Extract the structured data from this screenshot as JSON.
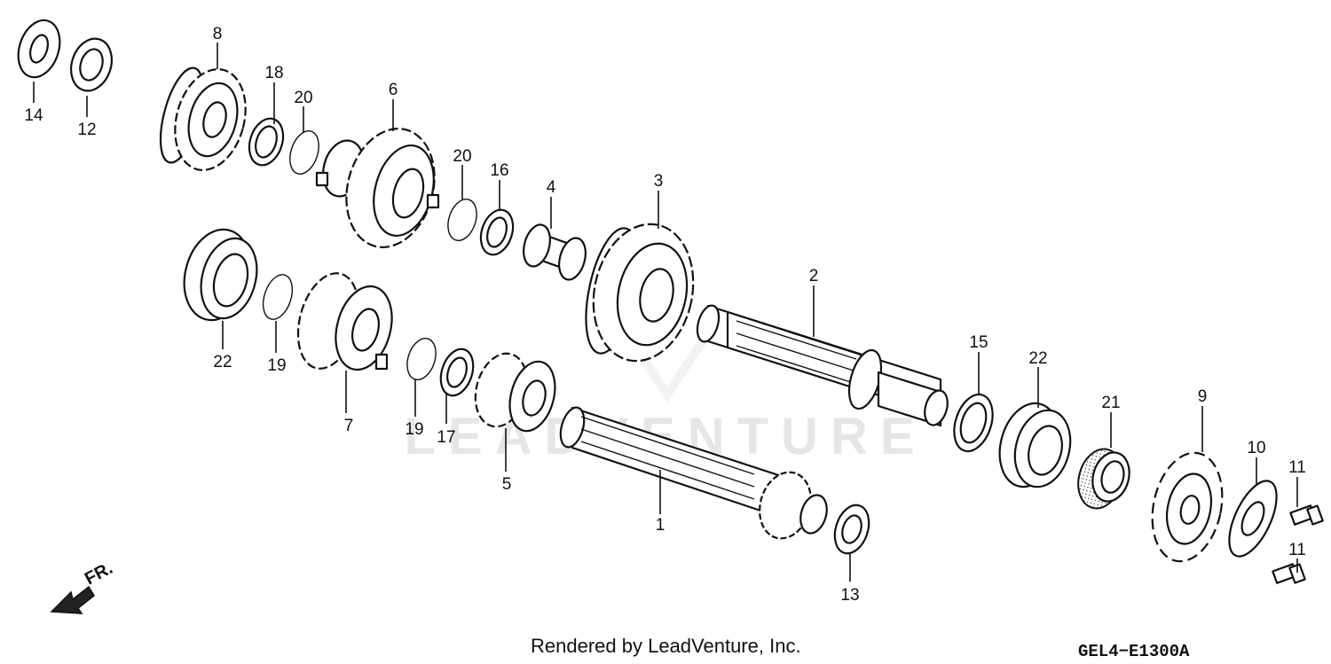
{
  "diagram": {
    "watermark": "LEADVENTURE",
    "credit": "Rendered by LeadVenture, Inc.",
    "code": "GEL4−E1300A",
    "direction_label": "FR.",
    "callouts": [
      {
        "id": "c1",
        "text": "1"
      },
      {
        "id": "c2",
        "text": "2"
      },
      {
        "id": "c3",
        "text": "3"
      },
      {
        "id": "c4",
        "text": "4"
      },
      {
        "id": "c5",
        "text": "5"
      },
      {
        "id": "c6",
        "text": "6"
      },
      {
        "id": "c7",
        "text": "7"
      },
      {
        "id": "c8",
        "text": "8"
      },
      {
        "id": "c9",
        "text": "9"
      },
      {
        "id": "c10",
        "text": "10"
      },
      {
        "id": "c11a",
        "text": "11"
      },
      {
        "id": "c11b",
        "text": "11"
      },
      {
        "id": "c12",
        "text": "12"
      },
      {
        "id": "c13",
        "text": "13"
      },
      {
        "id": "c14",
        "text": "14"
      },
      {
        "id": "c15",
        "text": "15"
      },
      {
        "id": "c16",
        "text": "16"
      },
      {
        "id": "c17",
        "text": "17"
      },
      {
        "id": "c18",
        "text": "18"
      },
      {
        "id": "c19a",
        "text": "19"
      },
      {
        "id": "c19b",
        "text": "19"
      },
      {
        "id": "c20a",
        "text": "20"
      },
      {
        "id": "c20b",
        "text": "20"
      },
      {
        "id": "c21",
        "text": "21"
      },
      {
        "id": "c22a",
        "text": "22"
      },
      {
        "id": "c22b",
        "text": "22"
      }
    ]
  }
}
